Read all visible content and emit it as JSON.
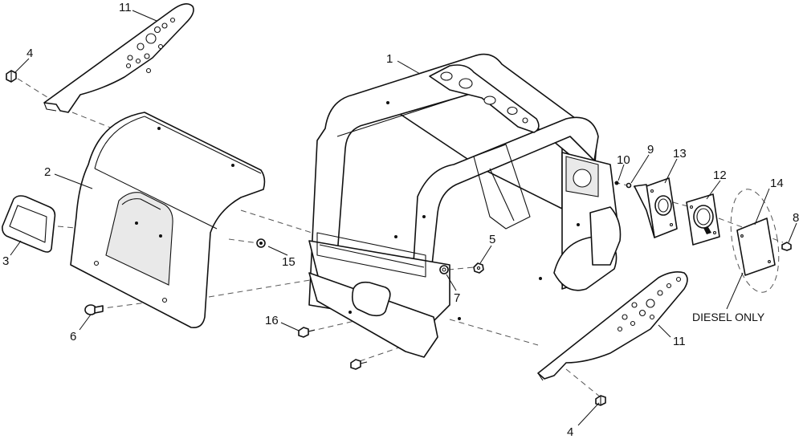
{
  "diagram": {
    "callouts": {
      "c1": "1",
      "c2": "2",
      "c3": "3",
      "c4a": "4",
      "c4b": "4",
      "c5": "5",
      "c6": "6",
      "c7": "7",
      "c8": "8",
      "c9": "9",
      "c10": "10",
      "c11a": "11",
      "c11b": "11",
      "c12": "12",
      "c13": "13",
      "c14": "14",
      "c15": "15",
      "c16": "16"
    },
    "note": "DIESEL ONLY"
  }
}
